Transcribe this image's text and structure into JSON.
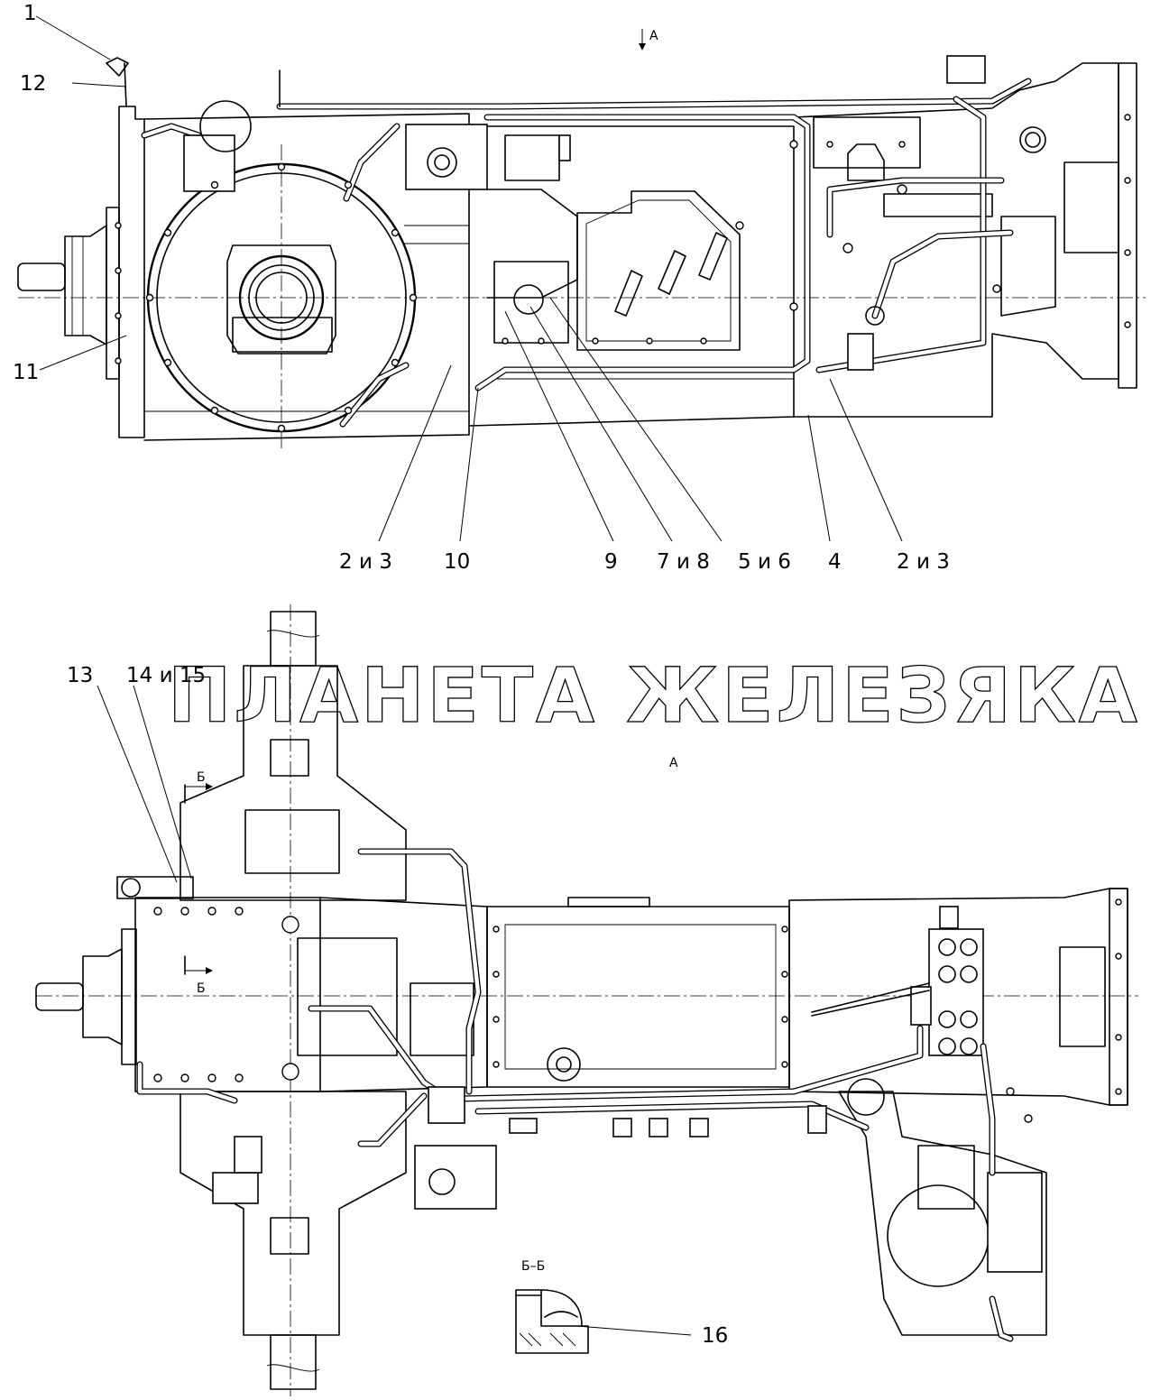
{
  "watermark": "ПЛАНЕТА ЖЕЛЕЗЯКА",
  "top_view": {
    "view_mark": "А",
    "callouts": [
      "1",
      "12",
      "11",
      "2 и 3",
      "10",
      "9",
      "7 и 8",
      "5 и 6",
      "4",
      "2 и 3"
    ]
  },
  "bottom_view": {
    "view_title": "А",
    "callouts": [
      "13",
      "14 и 15",
      "16"
    ],
    "section_mark_top": "Б",
    "section_mark_bottom": "Б",
    "section_title": "Б–Б"
  }
}
